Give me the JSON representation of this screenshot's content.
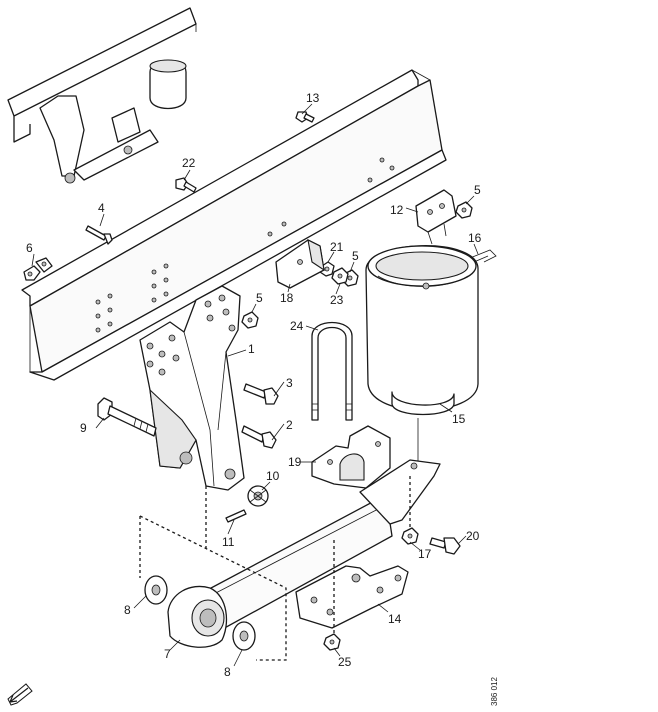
{
  "diagram": {
    "reference_code": "386 012",
    "callouts": [
      {
        "id": "1",
        "text": "1"
      },
      {
        "id": "2",
        "text": "2"
      },
      {
        "id": "3",
        "text": "3"
      },
      {
        "id": "4",
        "text": "4"
      },
      {
        "id": "5a",
        "text": "5"
      },
      {
        "id": "5b",
        "text": "5"
      },
      {
        "id": "5c",
        "text": "5"
      },
      {
        "id": "6",
        "text": "6"
      },
      {
        "id": "7",
        "text": "7"
      },
      {
        "id": "8a",
        "text": "8"
      },
      {
        "id": "8b",
        "text": "8"
      },
      {
        "id": "9",
        "text": "9"
      },
      {
        "id": "10",
        "text": "10"
      },
      {
        "id": "11",
        "text": "11"
      },
      {
        "id": "12",
        "text": "12"
      },
      {
        "id": "13",
        "text": "13"
      },
      {
        "id": "14",
        "text": "14"
      },
      {
        "id": "15",
        "text": "15"
      },
      {
        "id": "16",
        "text": "16"
      },
      {
        "id": "17",
        "text": "17"
      },
      {
        "id": "18",
        "text": "18"
      },
      {
        "id": "19",
        "text": "19"
      },
      {
        "id": "20",
        "text": "20"
      },
      {
        "id": "21",
        "text": "21"
      },
      {
        "id": "22",
        "text": "22"
      },
      {
        "id": "23",
        "text": "23"
      },
      {
        "id": "24",
        "text": "24"
      },
      {
        "id": "25",
        "text": "25"
      }
    ],
    "icons": {
      "direction": "arrow-down-left-icon"
    }
  }
}
